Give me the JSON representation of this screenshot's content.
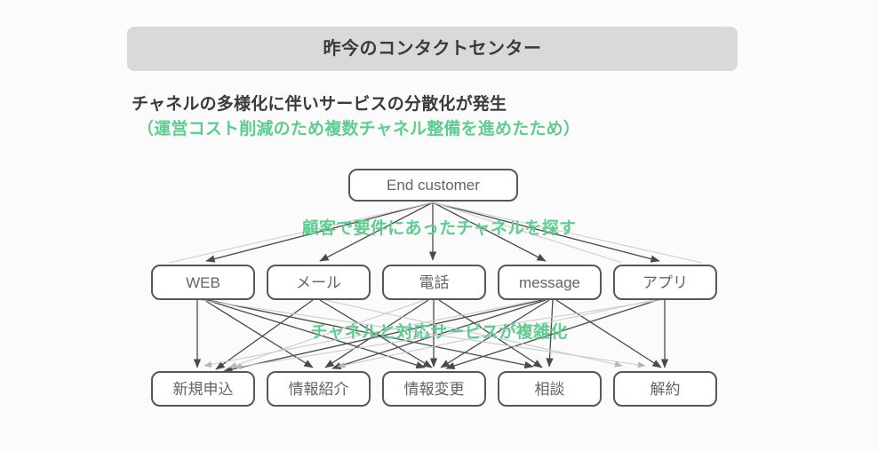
{
  "banner": {
    "title": "昨今のコンタクトセンター"
  },
  "subtitle": {
    "main": "チャネルの多様化に伴いサービスの分散化が発生",
    "sub": "（運営コスト削減のため複数チャネル整備を進めたため）"
  },
  "diagram": {
    "root": {
      "label": "End customer"
    },
    "annotations": [
      {
        "label": "顧客で要件にあったチャネルを探す"
      },
      {
        "label": "チャネルと対応サービスが複雑化"
      }
    ],
    "channels": [
      {
        "label": "WEB"
      },
      {
        "label": "メール"
      },
      {
        "label": "電話"
      },
      {
        "label": "message"
      },
      {
        "label": "アプリ"
      }
    ],
    "services": [
      {
        "label": "新規申込"
      },
      {
        "label": "情報紹介"
      },
      {
        "label": "情報変更"
      },
      {
        "label": "相談"
      },
      {
        "label": "解約"
      }
    ]
  },
  "colors": {
    "background": "#fbfbfb",
    "banner_fill": "#d9d9d9",
    "heading_text": "#3a3a3a",
    "accent_green": "#5ecd8f",
    "node_border": "#575757",
    "node_text": "#636363",
    "edge_dark": "#4a4a4a",
    "edge_light": "#c9c9c9"
  }
}
